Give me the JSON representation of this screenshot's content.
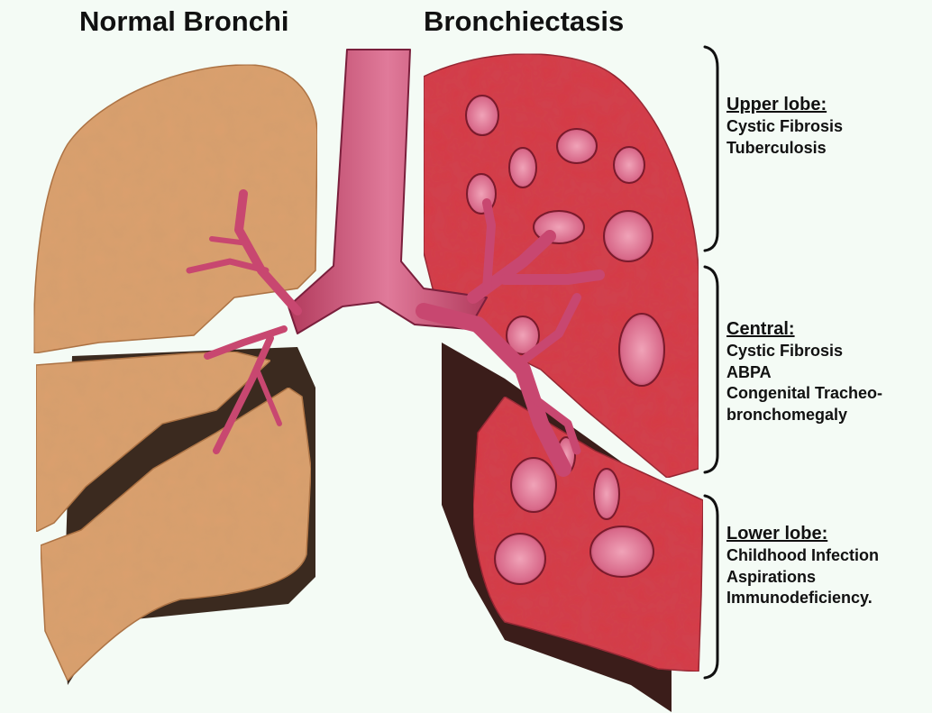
{
  "titles": {
    "left": "Normal Bronchi",
    "right": "Bronchiectasis"
  },
  "regions": {
    "upper": {
      "heading": "Upper lobe:",
      "items": [
        "Cystic Fibrosis",
        "Tuberculosis"
      ]
    },
    "central": {
      "heading": "Central:",
      "items": [
        "Cystic Fibrosis",
        "ABPA",
        "Congenital Tracheo-",
        "bronchomegaly"
      ]
    },
    "lower": {
      "heading": "Lower lobe:",
      "items": [
        "Childhood Infection",
        "Aspirations",
        "Immunodeficiency."
      ]
    }
  },
  "colors": {
    "background": "#f4fbf5",
    "normal_lung": "#dca06e",
    "diseased_lung": "#d63a44",
    "airway": "#cf4d73",
    "bracket": "#111111"
  }
}
